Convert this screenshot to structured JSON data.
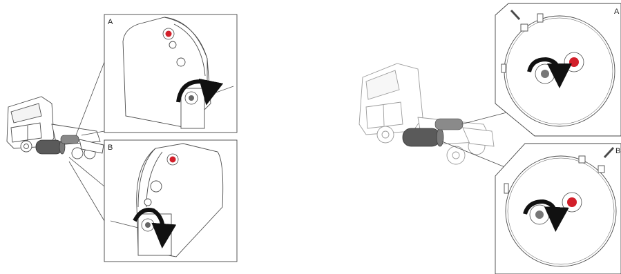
{
  "left_figure": {
    "callouts": [
      {
        "label": "A"
      },
      {
        "label": "B"
      }
    ]
  },
  "right_figure": {
    "callouts": [
      {
        "label": "A"
      },
      {
        "label": "B"
      }
    ]
  },
  "colors": {
    "line": "#4a4a4a",
    "light_line": "#9a9a9a",
    "cap_red": "#d21f2a",
    "cylinder_dark": "#555555",
    "arrow": "#111111"
  },
  "icons": [
    "truck-illustration",
    "fuel-tank-icon",
    "filler-cap-icon",
    "rotate-arrow-icon",
    "drain-plug-icon"
  ]
}
